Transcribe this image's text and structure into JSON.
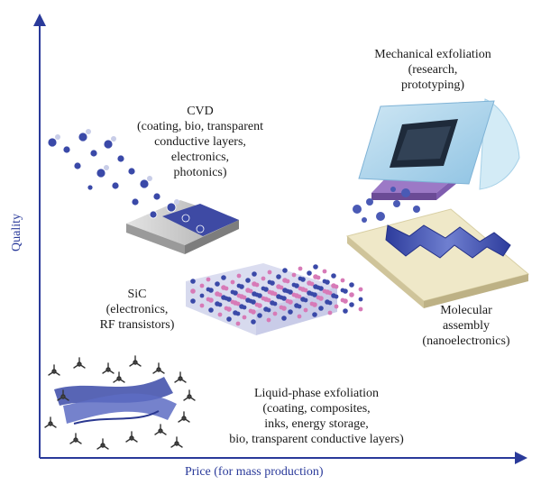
{
  "axes": {
    "x_label": "Price (for mass production)",
    "y_label": "Quality",
    "color": "#2a3a9a"
  },
  "methods": [
    {
      "id": "mechanical",
      "lines": [
        "Mechanical exfoliation",
        "(research,",
        "prototyping)"
      ]
    },
    {
      "id": "cvd",
      "lines": [
        "CVD",
        "(coating, bio, transparent",
        "conductive layers,",
        "electronics,",
        "photonics)"
      ]
    },
    {
      "id": "sic",
      "lines": [
        "SiC",
        "(electronics,",
        "RF transistors)"
      ]
    },
    {
      "id": "molecular",
      "lines": [
        "Molecular",
        "assembly",
        "(nanoelectronics)"
      ]
    },
    {
      "id": "liquid",
      "lines": [
        "Liquid-phase exfoliation",
        "(coating, composites,",
        "inks, energy storage,",
        "bio, transparent conductive layers)"
      ]
    }
  ],
  "colors": {
    "graphene_blue": "#3a49a8",
    "atom_pink": "#d77ab7",
    "substrate_grey": "#c9c9c9",
    "substrate_purple": "#a27ac4",
    "substrate_yellow": "#efe8c8",
    "film_light_blue": "#a9d3ea"
  }
}
